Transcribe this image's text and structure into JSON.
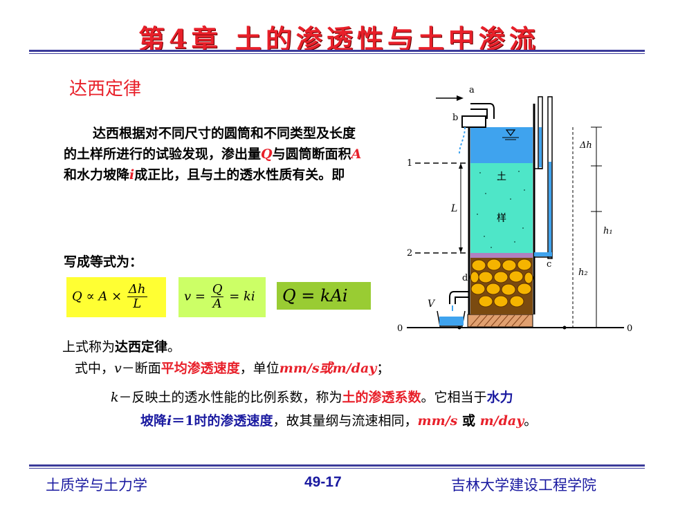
{
  "header": {
    "title": "第4章 土的渗透性与土中渗流"
  },
  "section_title": "达西定律",
  "intro": {
    "t1": "达西根据对不同尺寸的圆筒和不同类型及长度的土样所进行的试验发现，渗出量",
    "q": "Q",
    "t2": "与圆筒断面积",
    "a": "A",
    "t3": "和水力坡降",
    "i": "i",
    "t4": "成正比，且与土的透水性质有关。即"
  },
  "writes_label": "写成等式为：",
  "formulas": {
    "f1_lhs": "Q ∝ A ×",
    "f1_num": "Δh",
    "f1_den": "L",
    "f2_lhs": "v =",
    "f2_num": "Q",
    "f2_den": "A",
    "f2_rhs": "= ki",
    "f3": "Q = kAi"
  },
  "body": {
    "l1_a": "上式称为",
    "l1_b": "达西定律",
    "l1_c": "。",
    "l2_a": "式中，",
    "l2_v": "v",
    "l2_b": "－断面",
    "l2_c": "平均渗透速度",
    "l2_d": "，单位",
    "l2_e": "mm/s或m/day",
    "l2_f": "；",
    "l3_k": "k",
    "l3_a": "－反映土的透水性能的比例系数，称为",
    "l3_b": "土的渗透系数",
    "l3_c": "。它相当于",
    "l3_d": "水力",
    "l4_a": "坡降",
    "l4_i": "i",
    "l4_b": "＝1时的渗透速度",
    "l4_c": "，故其量纲与流速相同，",
    "l4_d": "mm/s",
    "l4_e": " 或 ",
    "l4_f": "m/day",
    "l4_g": "。"
  },
  "diagram": {
    "labels": {
      "a": "a",
      "b": "b",
      "c": "c",
      "d": "d",
      "V": "V",
      "one": "1",
      "two": "2",
      "zero_l": "0",
      "zero_r": "0",
      "L": "L",
      "dh": "Δh",
      "h1": "h₁",
      "h2": "h₂",
      "soil1": "土",
      "soil2": "样"
    }
  },
  "footer": {
    "left": "土质学与土力学",
    "center": "49-17",
    "right": "吉林大学建设工程学院"
  }
}
